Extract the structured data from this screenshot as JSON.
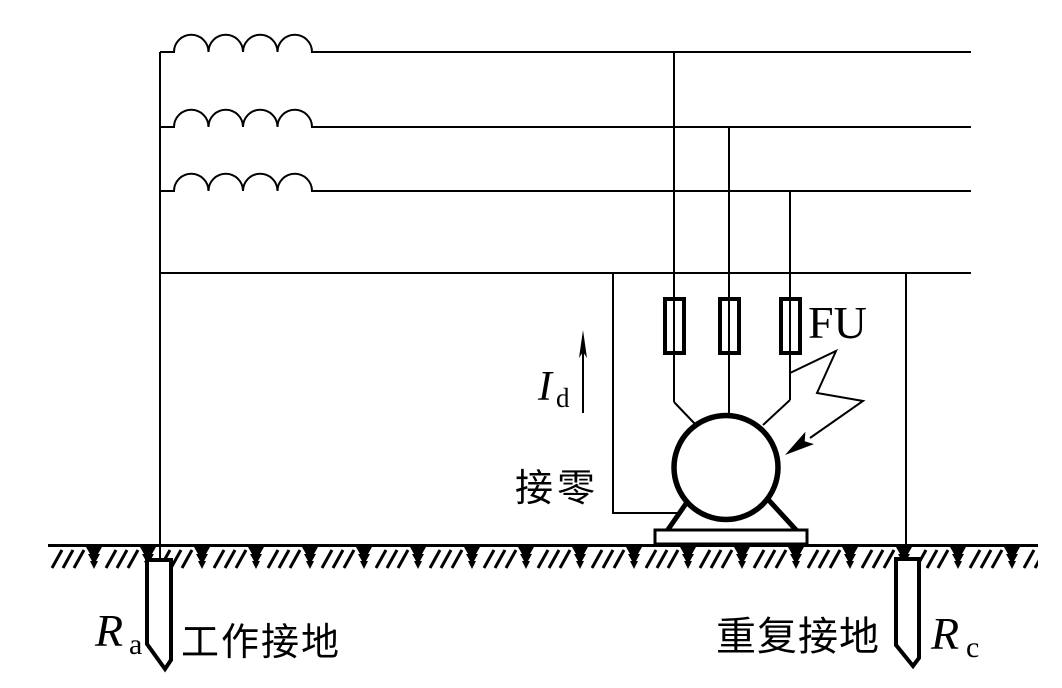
{
  "colors": {
    "line": "#000000",
    "background": "#ffffff"
  },
  "labels": {
    "fuse": "FU",
    "fault_current": {
      "main": "I",
      "sub": "d"
    },
    "neutral_connection": "接零",
    "working_ground": "工作接地",
    "repeated_ground": "重复接地",
    "working_ground_resistance": {
      "main": "R",
      "sub": "a"
    },
    "repeated_ground_resistance": {
      "main": "R",
      "sub": "c"
    }
  }
}
